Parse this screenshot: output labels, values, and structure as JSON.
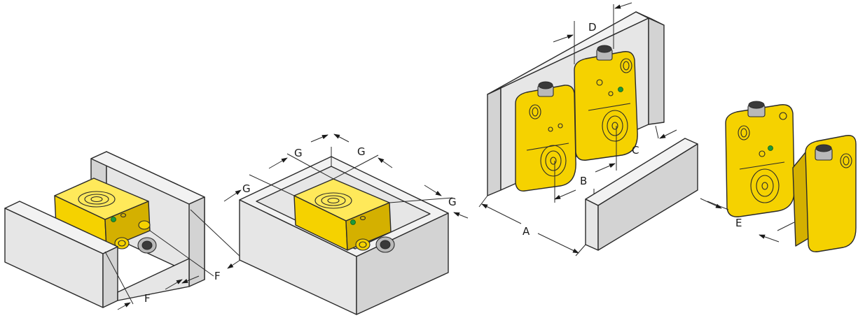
{
  "labels": {
    "A": "A",
    "B": "B",
    "C": "C",
    "D": "D",
    "E": "E",
    "F": "F",
    "G": "G"
  },
  "colors": {
    "sensor_body": "#f5d200",
    "mounting_surface": "#e6e6e6",
    "led": "#1d9a3a",
    "outline": "#2a2a2a"
  }
}
